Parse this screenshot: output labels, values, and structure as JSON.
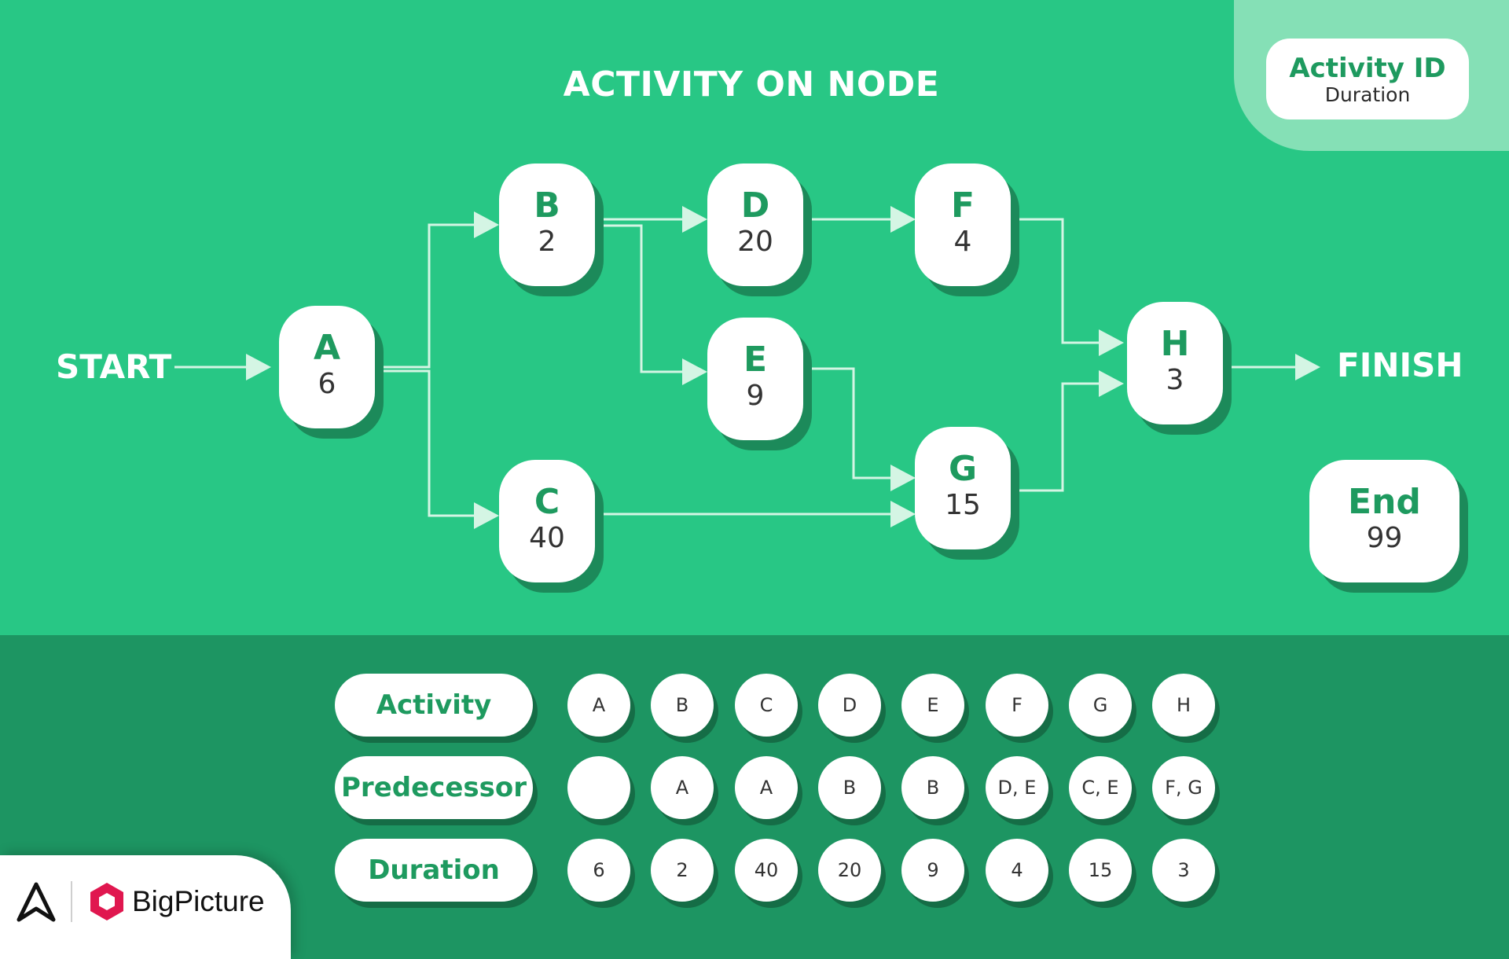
{
  "title": "ACTIVITY ON NODE",
  "legend": {
    "id_label": "Activity ID",
    "duration_label": "Duration"
  },
  "labels": {
    "start": "START",
    "finish": "FINISH"
  },
  "nodes": {
    "A": {
      "id": "A",
      "duration": "6"
    },
    "B": {
      "id": "B",
      "duration": "2"
    },
    "C": {
      "id": "C",
      "duration": "40"
    },
    "D": {
      "id": "D",
      "duration": "20"
    },
    "E": {
      "id": "E",
      "duration": "9"
    },
    "F": {
      "id": "F",
      "duration": "4"
    },
    "G": {
      "id": "G",
      "duration": "15"
    },
    "H": {
      "id": "H",
      "duration": "3"
    },
    "End": {
      "id": "End",
      "duration": "99"
    }
  },
  "table": {
    "row_labels": [
      "Activity",
      "Predecessor",
      "Duration"
    ],
    "activity": [
      "A",
      "B",
      "C",
      "D",
      "E",
      "F",
      "G",
      "H"
    ],
    "predecessor": [
      "",
      "A",
      "A",
      "B",
      "B",
      "D, E",
      "C, E",
      "F, G"
    ],
    "duration": [
      "6",
      "2",
      "40",
      "20",
      "9",
      "4",
      "15",
      "3"
    ]
  },
  "brand": {
    "name": "BigPicture"
  },
  "colors": {
    "background": "#28c785",
    "table_background": "#1d9562",
    "accent_text": "#1e9a5f",
    "connector": "#d4f5e4",
    "brand_mark": "#e0174f"
  }
}
